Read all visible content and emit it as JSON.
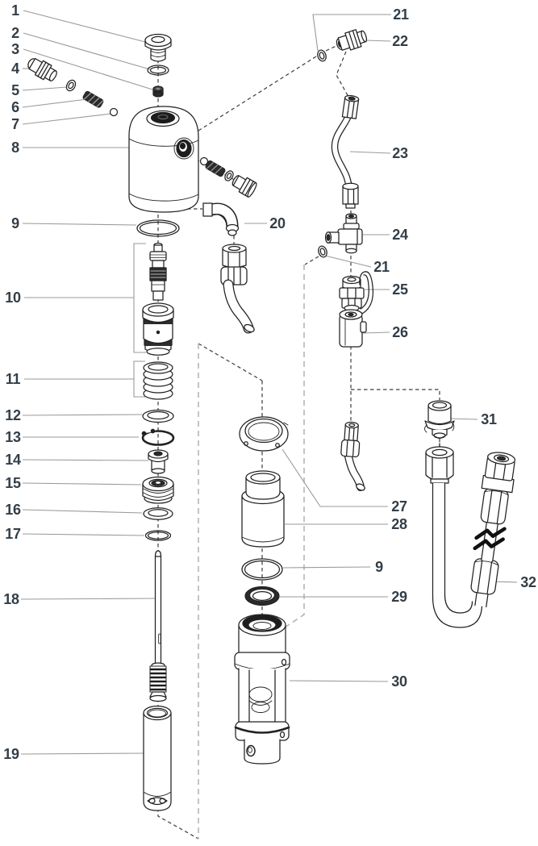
{
  "figure": {
    "kind": "exploded-parts-diagram",
    "colors": {
      "background": "#ffffff",
      "part_outline": "#222222",
      "dark_fill": "#242424",
      "label_text": "#333e47",
      "leader_line": "#9a9a9a",
      "dash_dark": "#3c3c3c",
      "dash_gray": "#b5b5b5"
    }
  },
  "callouts": [
    {
      "n": "1"
    },
    {
      "n": "2"
    },
    {
      "n": "3"
    },
    {
      "n": "4"
    },
    {
      "n": "5"
    },
    {
      "n": "6"
    },
    {
      "n": "7"
    },
    {
      "n": "8"
    },
    {
      "n": "9"
    },
    {
      "n": "10"
    },
    {
      "n": "11"
    },
    {
      "n": "12"
    },
    {
      "n": "13"
    },
    {
      "n": "14"
    },
    {
      "n": "15"
    },
    {
      "n": "16"
    },
    {
      "n": "17"
    },
    {
      "n": "18"
    },
    {
      "n": "19"
    },
    {
      "n": "20"
    },
    {
      "n": "21"
    },
    {
      "n": "22"
    },
    {
      "n": "23"
    },
    {
      "n": "24"
    },
    {
      "n": "21"
    },
    {
      "n": "25"
    },
    {
      "n": "26"
    },
    {
      "n": "27"
    },
    {
      "n": "28"
    },
    {
      "n": "9"
    },
    {
      "n": "29"
    },
    {
      "n": "30"
    },
    {
      "n": "31"
    },
    {
      "n": "32"
    }
  ]
}
